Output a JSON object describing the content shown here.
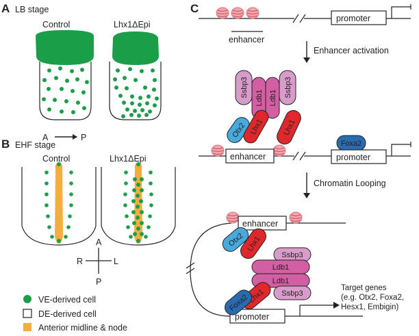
{
  "panels": {
    "A": {
      "letter": "A",
      "title": "LB stage",
      "control": "Control",
      "mutant": "Lhx1ΔEpi",
      "axis_a": "A",
      "axis_p": "P"
    },
    "B": {
      "letter": "B",
      "title": "EHF stage",
      "control": "Control",
      "mutant": "Lhx1ΔEpi",
      "compass": {
        "a": "A",
        "p": "P",
        "r": "R",
        "l": "L"
      }
    },
    "C": {
      "letter": "C",
      "enhancer": "enhancer",
      "promoter": "promoter",
      "step1": "Enhancer activation",
      "step2": "Chromatin Looping",
      "target_lines": [
        "Target genes",
        "(e.g. Otx2, Foxa2,",
        "Hesx1, Embigin)"
      ]
    }
  },
  "proteins": {
    "ssbp3": "Ssbp3",
    "ldb1": "Ldb1",
    "otx2": "Otx2",
    "lhx1": "Lhx1",
    "foxa2": "Foxa2"
  },
  "legend": [
    {
      "label": "VE-derived cell",
      "color": "#1a9e4a"
    },
    {
      "label": "DE-derived cell",
      "color": "#ffffff"
    },
    {
      "label": "Anterior midline & node",
      "color": "#f5ae3d"
    }
  ],
  "colors": {
    "green": "#1a9e4a",
    "orange": "#f5ae3d",
    "pink": "#d25ea3",
    "light_pink": "#d89ccb",
    "red": "#e0282c",
    "blue": "#47a9dc",
    "dark_blue": "#2a6bb0",
    "nucleosome": "#e8838e"
  }
}
